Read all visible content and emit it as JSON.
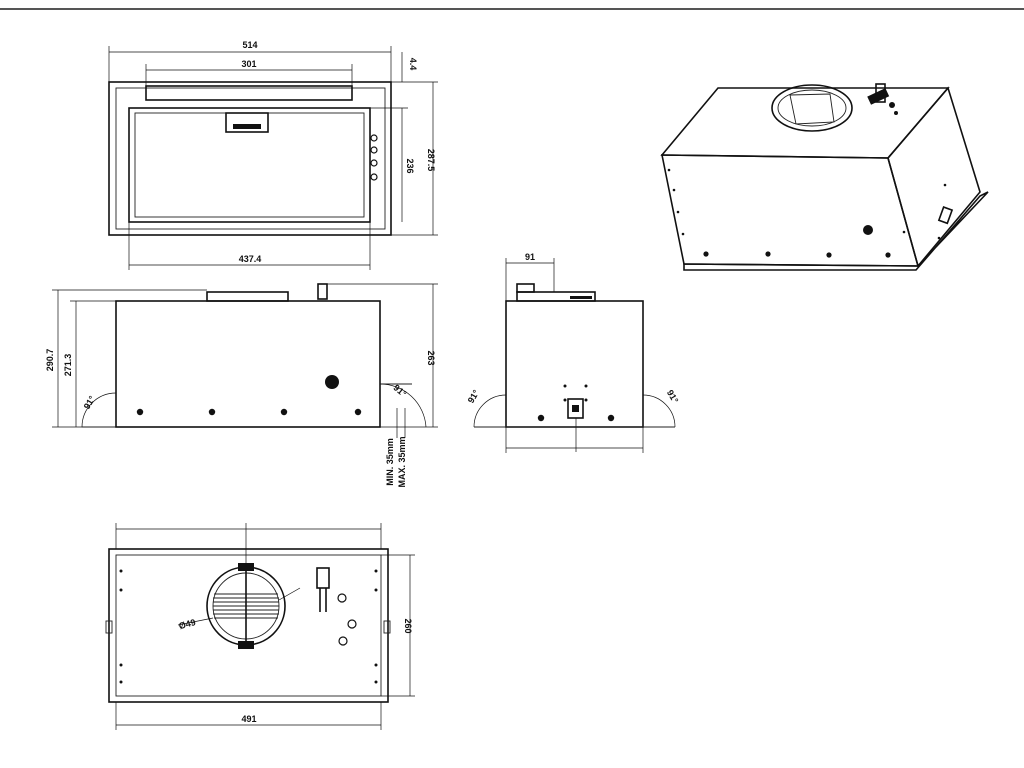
{
  "colors": {
    "line": "#111111",
    "background": "#ffffff",
    "frame": "#555555"
  },
  "top_view": {
    "overall_width": "514",
    "top_slot_width": "301",
    "top_gap": "4.4",
    "inner_height": "236",
    "overall_height": "287.5",
    "inner_width": "437.4"
  },
  "front_view": {
    "left_height_outer": "290.7",
    "left_height_inner": "271.3",
    "right_height": "263",
    "left_angle": "91°",
    "right_angle": "91°",
    "min_gap": "MIN. 35mm",
    "max_gap": "MAX. 35mm"
  },
  "side_view": {
    "top_width": "91",
    "left_angle": "91°",
    "right_angle": "91°",
    "bottom_left": "",
    "bottom_right": ""
  },
  "bottom_view": {
    "top_left_dim": "",
    "top_right_dim": "",
    "height": "260",
    "width": "491",
    "duct_diameter": "Ø49"
  }
}
